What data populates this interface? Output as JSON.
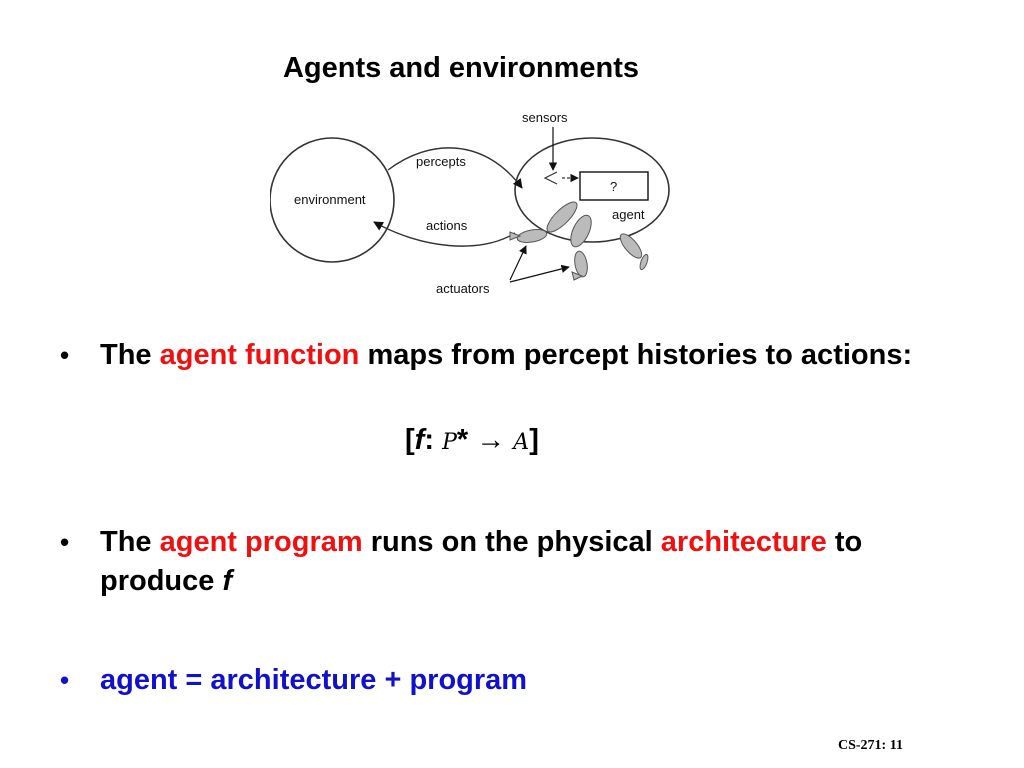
{
  "slide": {
    "title": "Agents and environments",
    "footer": "CS-271: 11"
  },
  "diagram": {
    "environment_label": "environment",
    "percepts_label": "percepts",
    "actions_label": "actions",
    "sensors_label": "sensors",
    "agent_label": "agent",
    "unknown_box_label": "?",
    "actuators_label": "actuators"
  },
  "bullets": [
    {
      "prefix": "The ",
      "highlight": "agent function",
      "rest": " maps from percept histories to actions:"
    },
    {
      "prefix": "The ",
      "highlight": "agent program",
      "middle": " runs on the physical ",
      "highlight2": "architecture",
      "suffix": " to produce ",
      "italic": "f"
    },
    {
      "text": "agent = architecture + program"
    }
  ],
  "formula": {
    "open": "[",
    "f": "f",
    "colon": ": ",
    "p": "P",
    "star": "*",
    "arrow": " → ",
    "a": "A",
    "close": "]"
  },
  "colors": {
    "highlight": "#ee1111",
    "definition": "#1111cc"
  },
  "bullet_symbol": "•"
}
